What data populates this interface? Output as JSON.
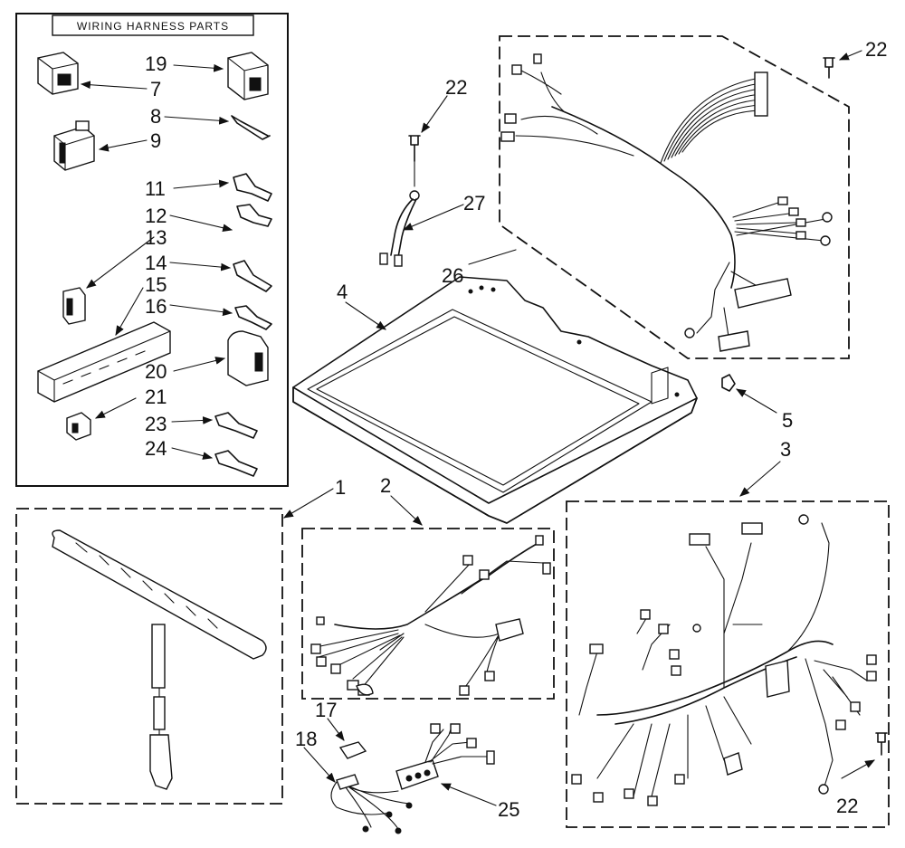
{
  "inset_title": "WIRING HARNESS PARTS",
  "callouts": {
    "c1": "1",
    "c2": "2",
    "c3": "3",
    "c4": "4",
    "c5": "5",
    "c7": "7",
    "c8": "8",
    "c9": "9",
    "c11": "11",
    "c12": "12",
    "c13": "13",
    "c14": "14",
    "c15": "15",
    "c16": "16",
    "c17": "17",
    "c18": "18",
    "c19": "19",
    "c20": "20",
    "c21": "21",
    "c22": "22",
    "c23": "23",
    "c24": "24",
    "c25": "25",
    "c26": "26",
    "c27": "27"
  }
}
